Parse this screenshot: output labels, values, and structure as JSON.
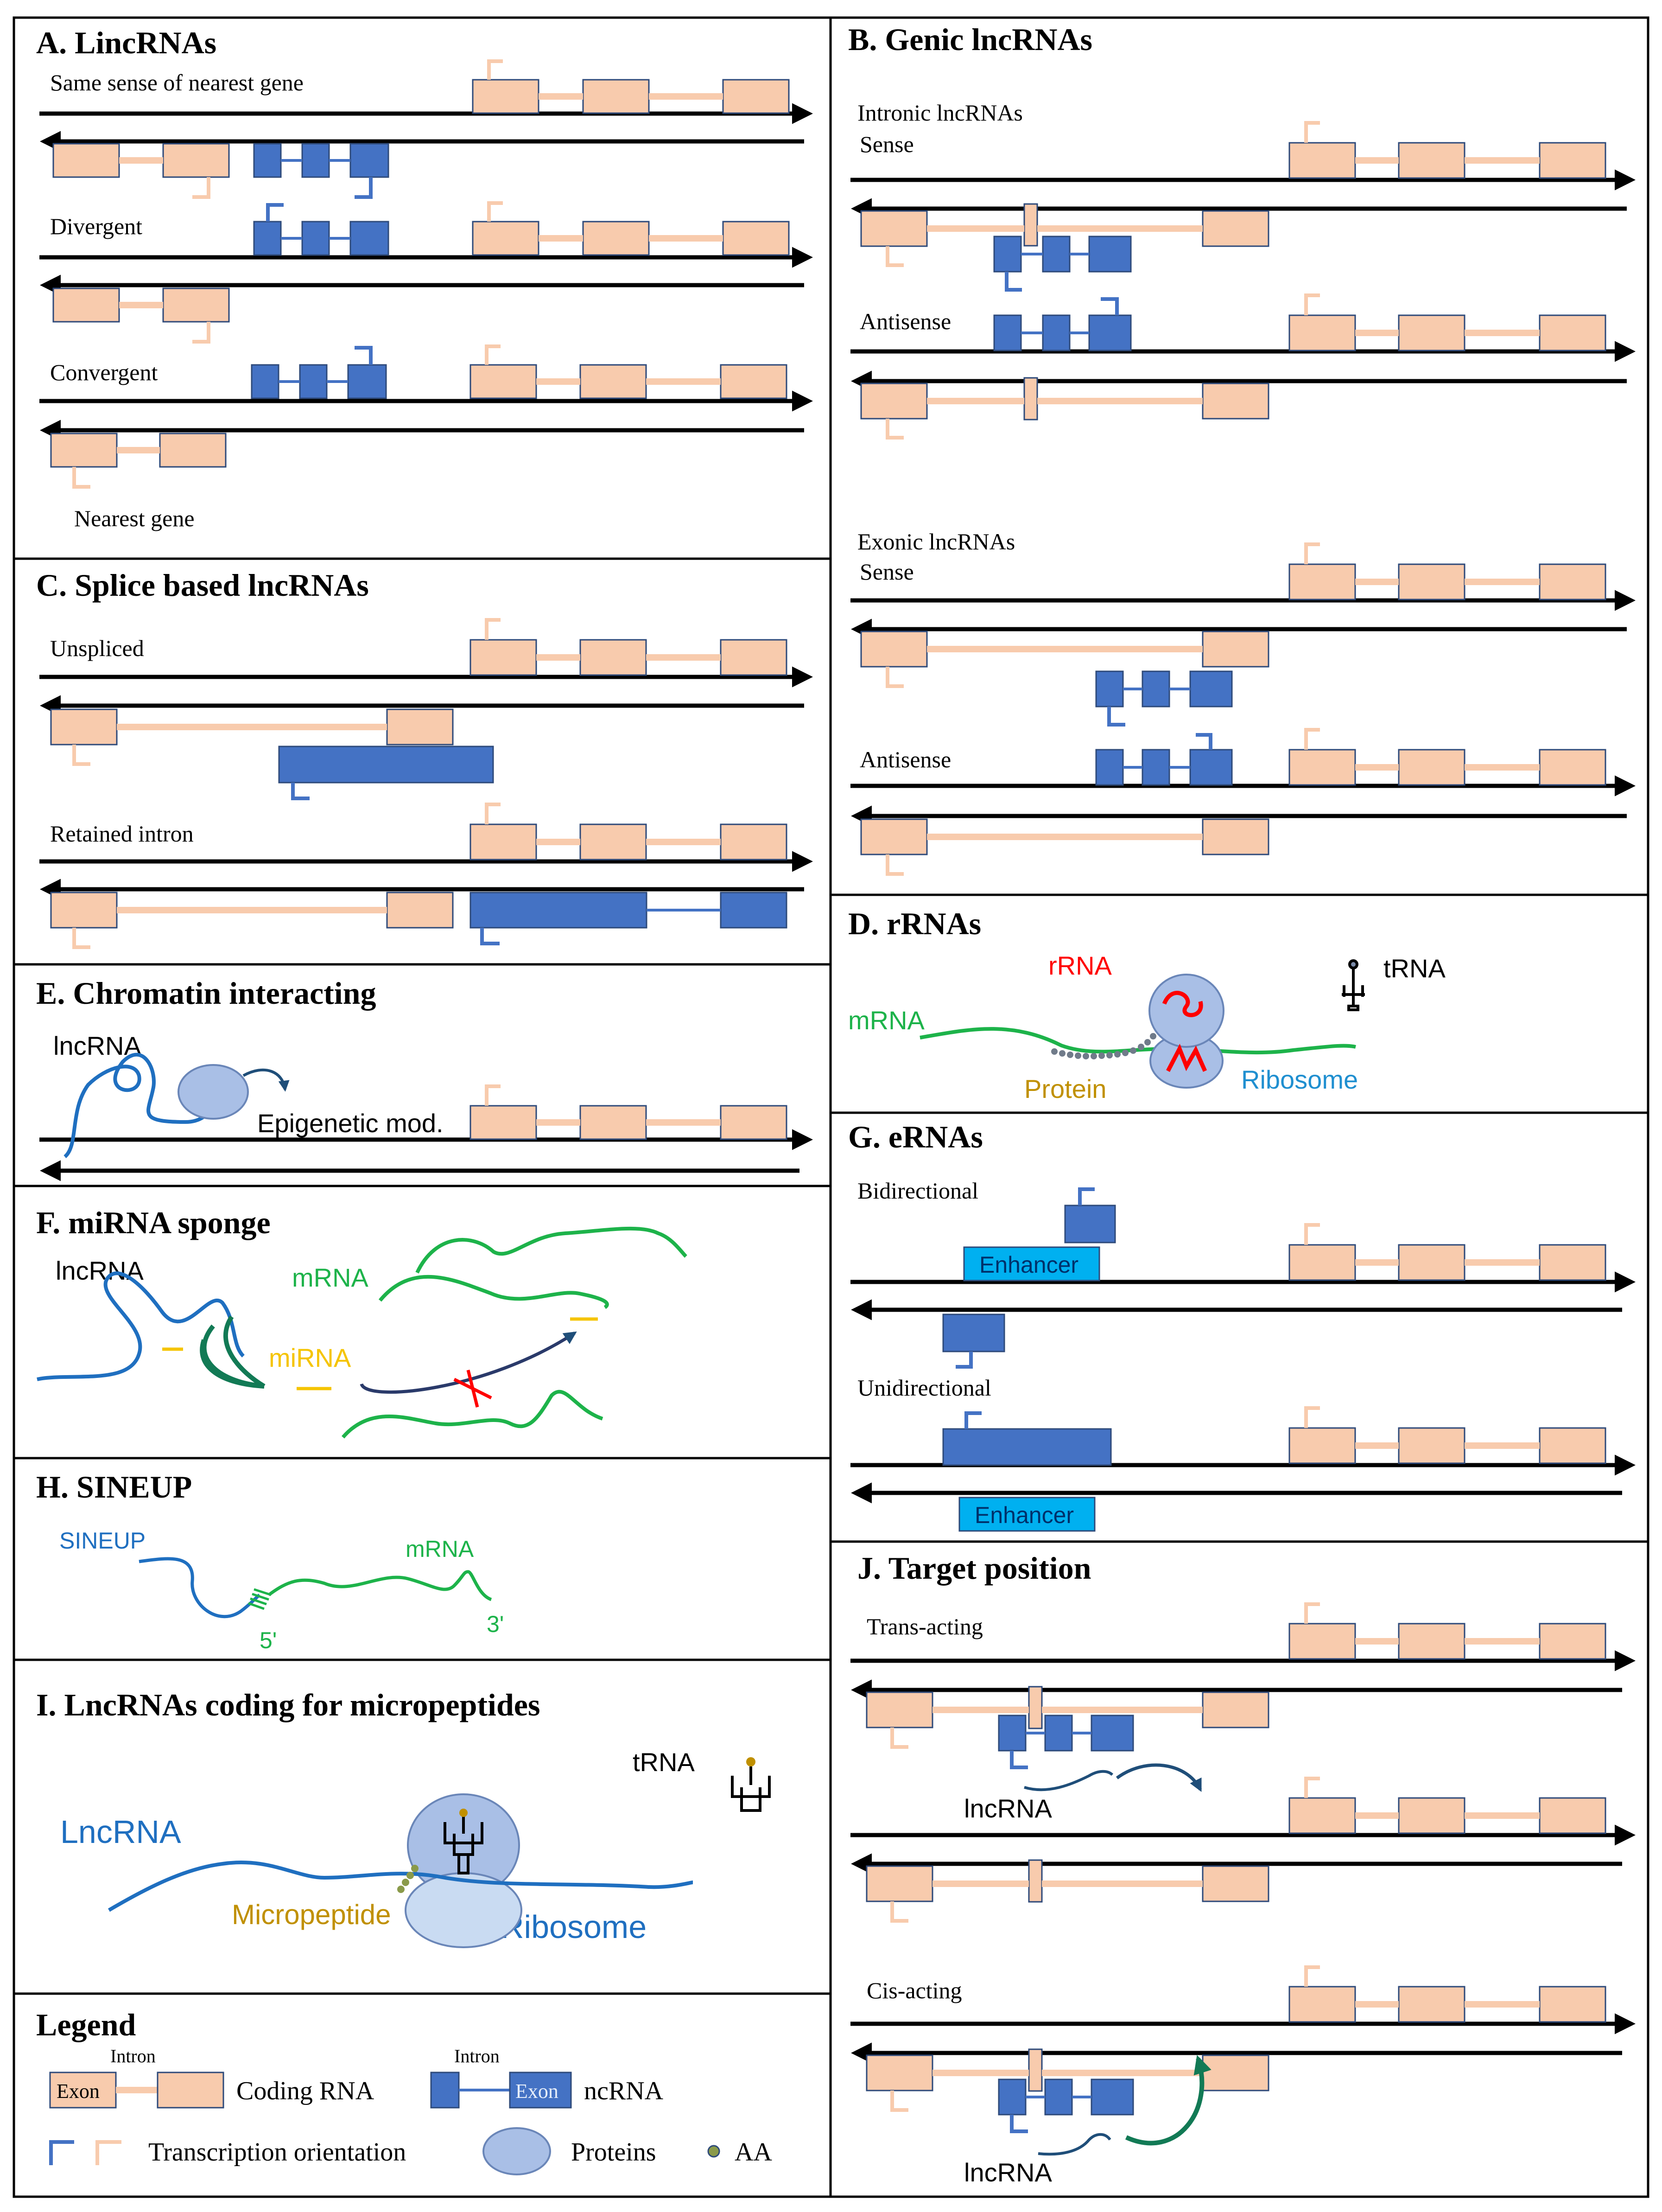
{
  "panels": {
    "A": {
      "title": "A. LincRNAs",
      "labels": [
        "Same sense of nearest gene",
        "Divergent",
        "Convergent",
        "Nearest gene"
      ]
    },
    "B": {
      "title": "B. Genic lncRNAs",
      "labels": [
        "Intronic lncRNAs",
        "Sense",
        "Antisense",
        "Exonic lncRNAs",
        "Sense",
        "Antisense"
      ]
    },
    "C": {
      "title": "C. Splice based lncRNAs",
      "labels": [
        "Unspliced",
        "Retained intron"
      ]
    },
    "D": {
      "title": "D. rRNAs",
      "labels": [
        "rRNA",
        "tRNA",
        "mRNA",
        "Protein",
        "Ribosome"
      ]
    },
    "E": {
      "title": "E. Chromatin interacting",
      "labels": [
        "lncRNA",
        "Epigenetic mod."
      ]
    },
    "F": {
      "title": "F. miRNA sponge",
      "labels": [
        "lncRNA",
        "mRNA",
        "miRNA"
      ]
    },
    "G": {
      "title": "G. eRNAs",
      "labels": [
        "Bidirectional",
        "Enhancer",
        "Unidirectional",
        "Enhancer"
      ]
    },
    "H": {
      "title": "H. SINEUP",
      "labels": [
        "SINEUP",
        "mRNA",
        "5'",
        "3'"
      ]
    },
    "I": {
      "title": "I. LncRNAs coding for micropeptides",
      "labels": [
        "tRNA",
        "LncRNA",
        "Micropeptide",
        "Ribosome"
      ]
    },
    "J": {
      "title": "J. Target position",
      "labels": [
        "Trans-acting",
        "lncRNA",
        "Cis-acting",
        "lncRNA"
      ]
    }
  },
  "legend": {
    "title": "Legend",
    "exon": "Exon",
    "intron": "Intron",
    "coding_rna": "Coding RNA",
    "ncrna_intron": "Intron",
    "ncrna_exon": "Exon",
    "ncrna": "ncRNA",
    "transcription": "Transcription orientation",
    "proteins": "Proteins",
    "aa": "AA"
  },
  "colors": {
    "coding_exon": "#F8CBAD",
    "coding_border": "#2E4A7A",
    "ncrna_exon": "#4472C4",
    "enhancer": "#00B0F0",
    "protein": "#A9BFE6",
    "lncrna_line": "#1F6FC0",
    "mrna_line": "#1DB34A",
    "mirna": "#F5C400",
    "rrna_text": "#FF0000",
    "protein_text": "#C09000"
  }
}
